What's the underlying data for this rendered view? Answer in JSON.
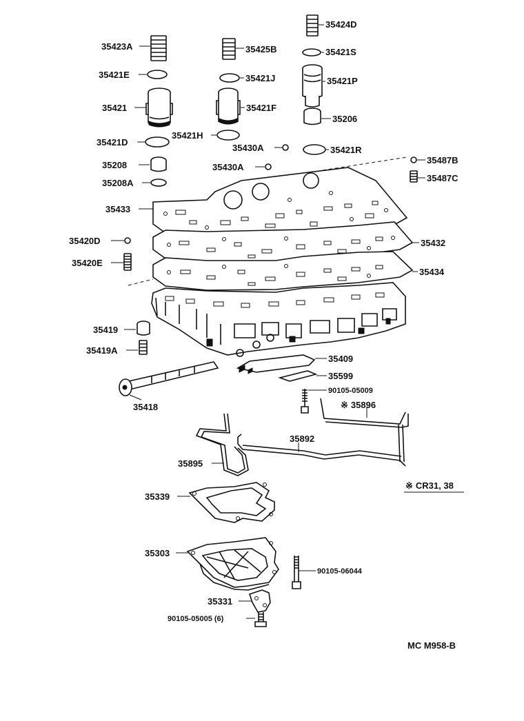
{
  "diagram": {
    "parts": {
      "p35423A": "35423A",
      "p35425B": "35425B",
      "p35424D": "35424D",
      "p35421S": "35421S",
      "p35421E": "35421E",
      "p35421J": "35421J",
      "p35421P": "35421P",
      "p35421": "35421",
      "p35421F": "35421F",
      "p35206": "35206",
      "p35421H": "35421H",
      "p35421D": "35421D",
      "p35430A_top": "35430A",
      "p35421R": "35421R",
      "p35208": "35208",
      "p35430A_mid": "35430A",
      "p35487B": "35487B",
      "p35208A": "35208A",
      "p35487C": "35487C",
      "p35433": "35433",
      "p35420D": "35420D",
      "p35432": "35432",
      "p35420E": "35420E",
      "p35434": "35434",
      "p35419": "35419",
      "p35419A": "35419A",
      "p35409": "35409",
      "p35599": "35599",
      "p35418": "35418",
      "p90105_05009": "90105-05009",
      "p35896": "35896",
      "p35892": "35892",
      "p35895": "35895",
      "p35339": "35339",
      "p35303": "35303",
      "p90105_06044": "90105-06044",
      "p35331": "35331",
      "p90105_05005": "90105-05005 (6)"
    },
    "note_mark": "※",
    "note_text": "CR31, 38",
    "ref_code": "MC M958-B"
  }
}
